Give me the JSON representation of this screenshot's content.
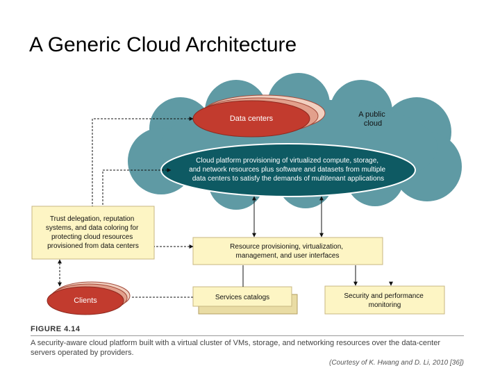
{
  "slide": {
    "title": "A Generic Cloud Architecture"
  },
  "diagram": {
    "cloud_label": "A public\ncloud",
    "data_centers_label": "Data centers",
    "platform_text": [
      "Cloud platform provisioning of virtualized compute, storage,",
      "and network resources plus software and datasets from multiple",
      "data centers to satisfy the demands of multitenant applications"
    ],
    "trust_box_text": [
      "Trust delegation, reputation",
      "systems, and data coloring for",
      "protecting cloud resources",
      "provisioned from data centers"
    ],
    "resource_box_text": [
      "Resource provisioning, virtualization,",
      "management, and user interfaces"
    ],
    "services_box_text": "Services catalogs",
    "security_box_text": [
      "Security and performance",
      "monitoring"
    ],
    "clients_label": "Clients"
  },
  "caption": {
    "figure_label": "FIGURE 4.14",
    "text": "A security-aware cloud platform built with a virtual cluster of VMs, storage, and networking resources over the data-center servers operated by providers.",
    "credit": "(Courtesy of K. Hwang and D. Li, 2010 [36])"
  },
  "colors": {
    "cloud_fill": "#5f9aa4",
    "cloud_stroke": "#4e8791",
    "platform_fill": "#0e5a63",
    "data_center_fill": "#c23b2e",
    "data_center_back1": "#e2a08c",
    "data_center_back2": "#f2d0c0",
    "box_fill": "#fdf5c4",
    "box_stroke": "#c8b680"
  }
}
